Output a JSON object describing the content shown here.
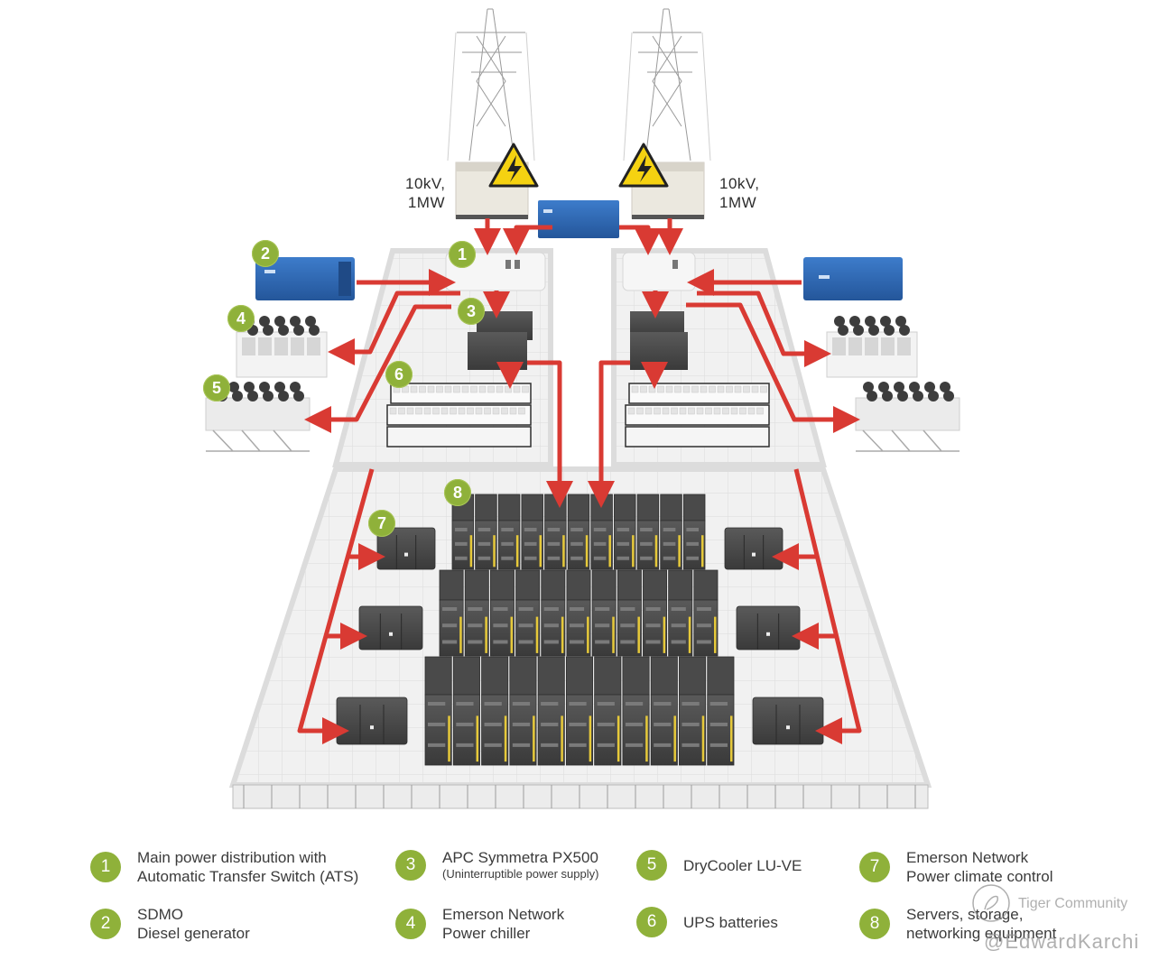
{
  "diagram": {
    "power_inputs": [
      {
        "voltage": "10kV,",
        "power": "1MW"
      },
      {
        "voltage": "10kV,",
        "power": "1MW"
      }
    ],
    "callouts": [
      "1",
      "2",
      "3",
      "4",
      "5",
      "6",
      "7",
      "8"
    ],
    "colors": {
      "badge": "#8fb13a",
      "power_line": "#d93a33",
      "generator": "#2f6bb5",
      "rack": "#4a4a4a",
      "rack_accent": "#e6c93a",
      "warning": "#f5d211"
    }
  },
  "legend": [
    {
      "num": "1",
      "line1": "Main power distribution with",
      "line2": "Automatic Transfer Switch (ATS)"
    },
    {
      "num": "2",
      "line1": "SDMO",
      "line2": "Diesel generator"
    },
    {
      "num": "3",
      "line1": "APC Symmetra PX500",
      "line2": "(Uninterruptible power supply)"
    },
    {
      "num": "4",
      "line1": "Emerson Network",
      "line2": "Power chiller"
    },
    {
      "num": "5",
      "line1": "DryCooler LU-VE",
      "line2": ""
    },
    {
      "num": "6",
      "line1": "UPS batteries",
      "line2": ""
    },
    {
      "num": "7",
      "line1": "Emerson Network",
      "line2": "Power climate control"
    },
    {
      "num": "8",
      "line1": "Servers, storage,",
      "line2": "networking equipment"
    }
  ],
  "watermark": {
    "line1": "Tiger Community",
    "line2": "@EdwardKarchi"
  }
}
